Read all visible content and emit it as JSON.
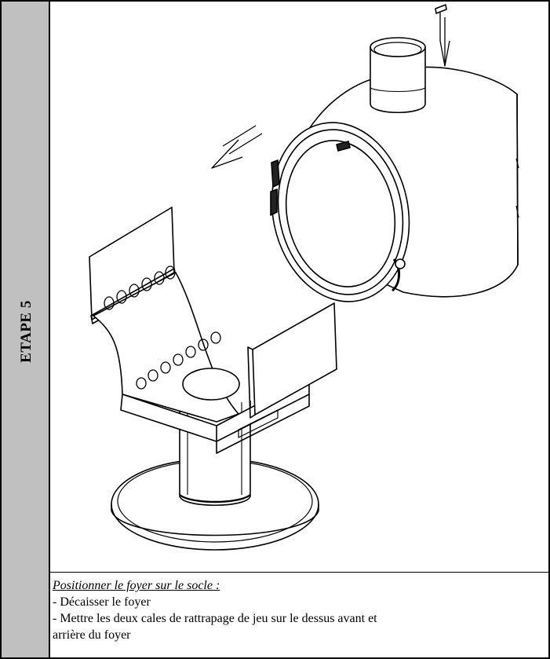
{
  "step_label": "ETAPE 5",
  "instructions": {
    "heading": "Positionner le foyer sur le socle :",
    "lines": [
      "- Décaisser le foyer",
      "- Mettre les deux cales de rattrapage de jeu sur le dessus avant et",
      "arrière du foyer"
    ]
  },
  "illustration": {
    "icons": [
      "stove-body-icon",
      "door-icon",
      "pedestal-base-icon",
      "arrow-down-icon",
      "arrow-left-icon"
    ]
  }
}
